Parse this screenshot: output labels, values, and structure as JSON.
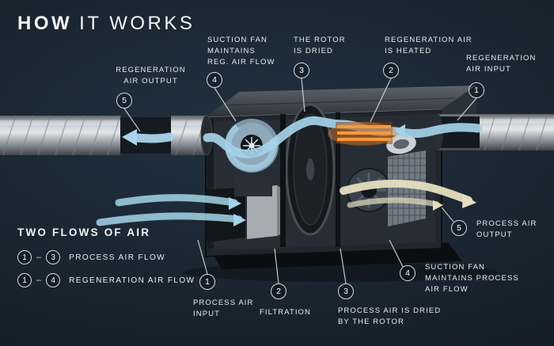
{
  "title": {
    "primary": "HOW",
    "secondary": "IT WORKS"
  },
  "colors": {
    "background": "#19242F",
    "text": "#E8EDF1",
    "airflow_blue": "#A5D3E8",
    "heater_orange": "#EF8A2E",
    "dried_air_tan": "#E7DEC0",
    "duct_metal": "#C3C9CD"
  },
  "top_callouts": [
    {
      "num": "5",
      "label": "REGENERATION\nAIR OUTPUT"
    },
    {
      "num": "4",
      "label": "SUCTION FAN\nMAINTAINS\nREG. AIR FLOW"
    },
    {
      "num": "3",
      "label": "THE ROTOR\nIS DRIED"
    },
    {
      "num": "2",
      "label": "REGENERATION AIR\nIS HEATED"
    },
    {
      "num": "1",
      "label": "REGENERATION\nAIR INPUT"
    }
  ],
  "bottom_callouts": [
    {
      "num": "1",
      "label": "PROCESS AIR\nINPUT"
    },
    {
      "num": "2",
      "label": "FILTRATION"
    },
    {
      "num": "3",
      "label": "PROCESS AIR IS DRIED\nBY THE ROTOR"
    },
    {
      "num": "4",
      "label": "SUCTION FAN\nMAINTAINS PROCESS\nAIR FLOW"
    },
    {
      "num": "5",
      "label": "PROCESS AIR\nOUTPUT"
    }
  ],
  "legend": {
    "title": "TWO FLOWS OF AIR",
    "rows": [
      {
        "start": "1",
        "separator": "–",
        "end": "3",
        "label": "PROCESS AIR FLOW"
      },
      {
        "start": "1",
        "separator": "–",
        "end": "4",
        "label": "REGENERATION AIR FLOW"
      }
    ]
  }
}
